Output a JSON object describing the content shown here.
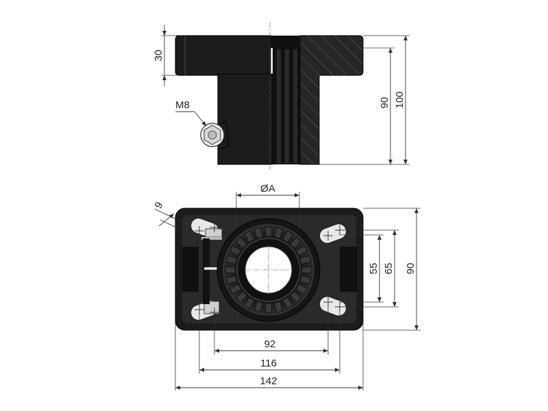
{
  "labels": {
    "dim_30": "30",
    "dim_90_side": "90",
    "dim_100": "100",
    "thread_m8": "M8",
    "dim_diameter_a": "ØA",
    "dim_9": "9",
    "dim_55": "55",
    "dim_65": "65",
    "dim_90_plan": "90",
    "dim_92": "92",
    "dim_116": "116",
    "dim_142": "142"
  }
}
